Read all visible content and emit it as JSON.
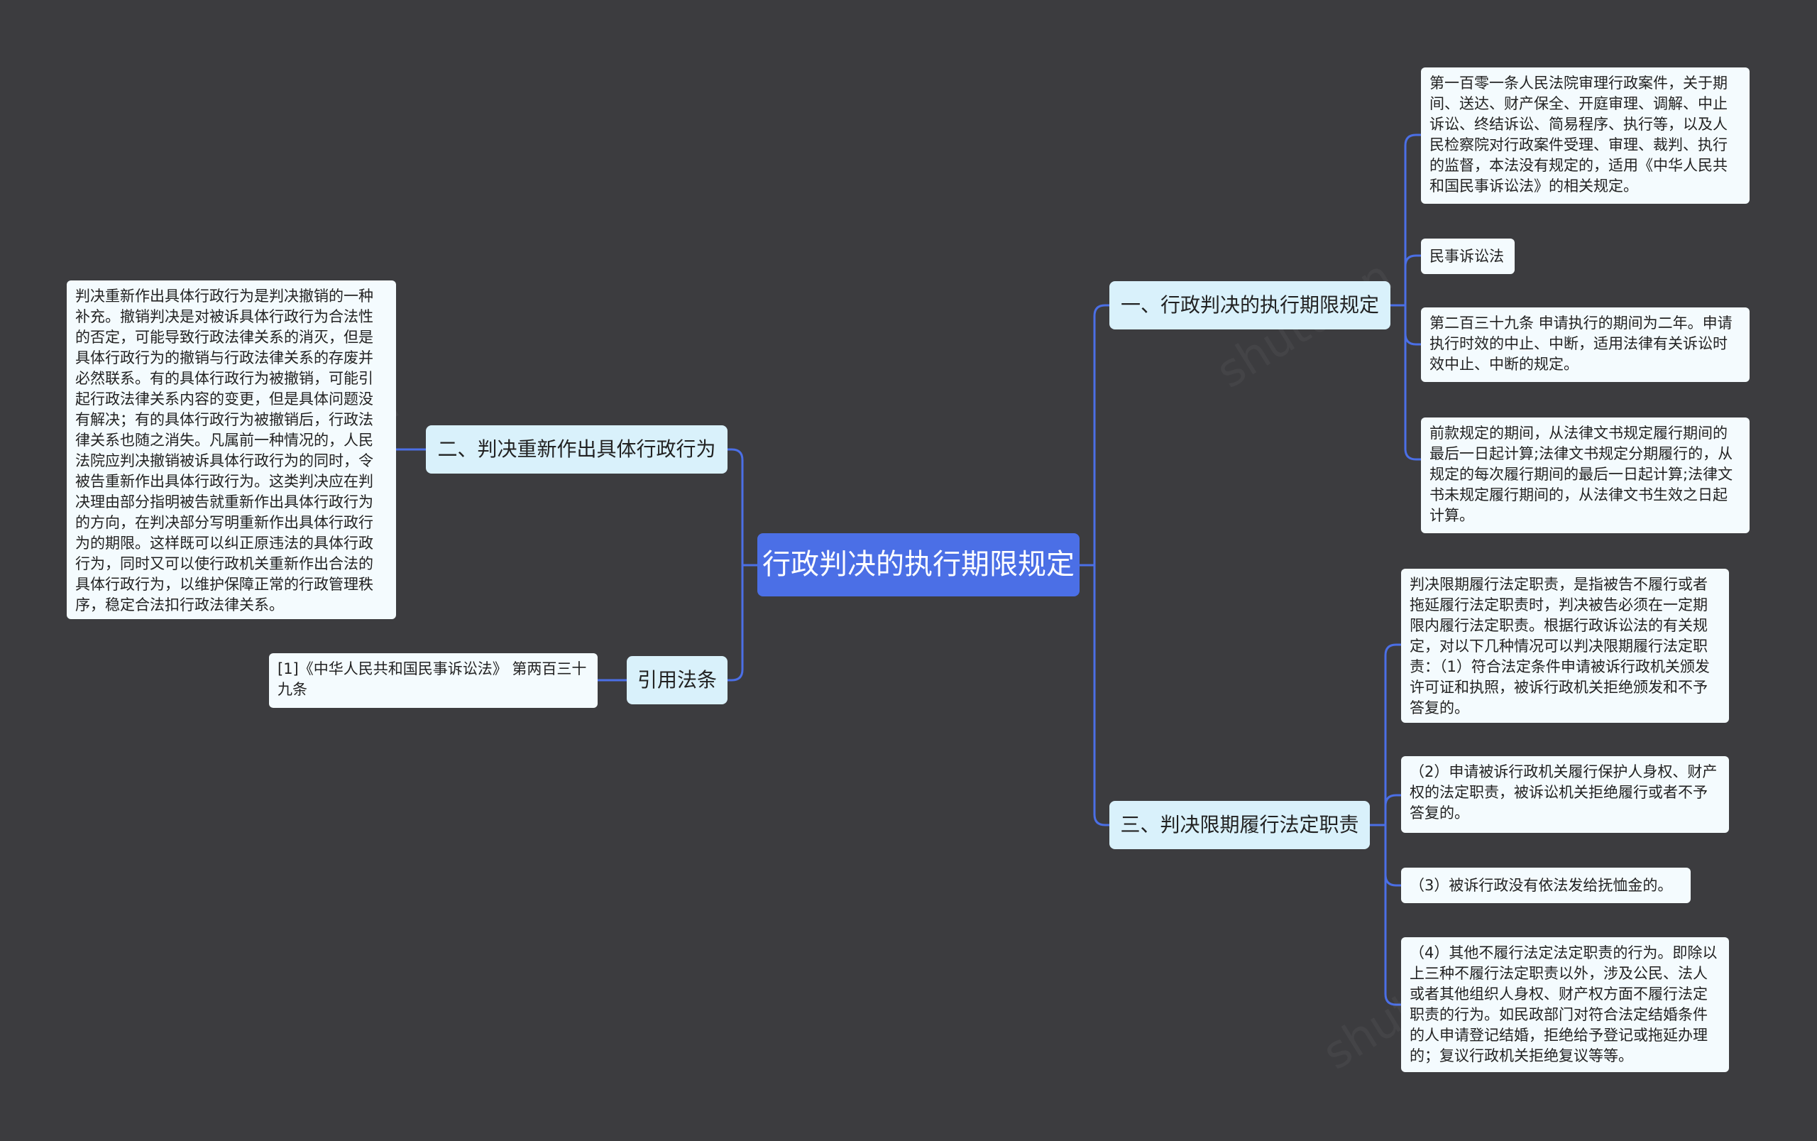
{
  "root": {
    "label": "行政判决的执行期限规定"
  },
  "branches": {
    "b1": {
      "label": "一、行政判决的执行期限规定"
    },
    "b2": {
      "label": "二、判决重新作出具体行政行为"
    },
    "b3": {
      "label": "三、判决限期履行法定职责"
    },
    "b4": {
      "label": "引用法条"
    }
  },
  "leaves": {
    "b1_1": "第一百零一条人民法院审理行政案件，关于期间、送达、财产保全、开庭审理、调解、中止诉讼、终结诉讼、简易程序、执行等，以及人民检察院对行政案件受理、审理、裁判、执行的监督，本法没有规定的，适用《中华人民共和国民事诉讼法》的相关规定。",
    "b1_2": "民事诉讼法",
    "b1_3": "第二百三十九条 申请执行的期间为二年。申请执行时效的中止、中断，适用法律有关诉讼时效中止、中断的规定。",
    "b1_4": "前款规定的期间，从法律文书规定履行期间的最后一日起计算;法律文书规定分期履行的，从规定的每次履行期间的最后一日起计算;法律文书未规定履行期间的，从法律文书生效之日起计算。",
    "b2_1": "判决重新作出具体行政行为是判决撤销的一种补充。撤销判决是对被诉具体行政行为合法性的否定，可能导致行政法律关系的消灭，但是具体行政行为的撤销与行政法律关系的存废并必然联系。有的具体行政行为被撤销，可能引起行政法律关系内容的变更，但是具体问题没有解决；有的具体行政行为被撤销后，行政法律关系也随之消失。凡属前一种情况的，人民法院应判决撤销被诉具体行政行为的同时，令被告重新作出具体行政行为。这类判决应在判决理由部分指明被告就重新作出具体行政行为的方向，在判决部分写明重新作出具体行政行为的期限。这样既可以纠正原违法的具体行政行为，同时又可以使行政机关重新作出合法的具体行政行为，以维护保障正常的行政管理秩序，稳定合法扣行政法律关系。",
    "b3_1": "判决限期履行法定职责，是指被告不履行或者拖延履行法定职责时，判决被告必须在一定期限内履行法定职责。根据行政诉讼法的有关规定，对以下几种情况可以判决限期履行法定职责：（1）符合法定条件申请被诉行政机关颁发许可证和执照，被诉行政机关拒绝颁发和不予答复的。",
    "b3_2": "（2）申请被诉行政机关履行保护人身权、财产权的法定职责，被诉讼机关拒绝履行或者不予答复的。",
    "b3_3": "（3）被诉行政没有依法发给抚恤金的。",
    "b3_4": "（4）其他不履行法定法定职责的行为。即除以上三种不履行法定职责以外，涉及公民、法人或者其他组织人身权、财产权方面不履行法定职责的行为。如民政部门对符合法定结婚条件的人申请登记结婚，拒绝给予登记或拖延办理的；复议行政机关拒绝复议等等。",
    "b4_1": "[1]《中华人民共和国民事诉讼法》 第两百三十九条"
  },
  "colors": {
    "background": "#3c3c3f",
    "root_fill": "#4b6fe6",
    "branch_fill": "#d9f1fb",
    "leaf_fill": "#f4fbfe",
    "link": "#4b6fe6"
  }
}
